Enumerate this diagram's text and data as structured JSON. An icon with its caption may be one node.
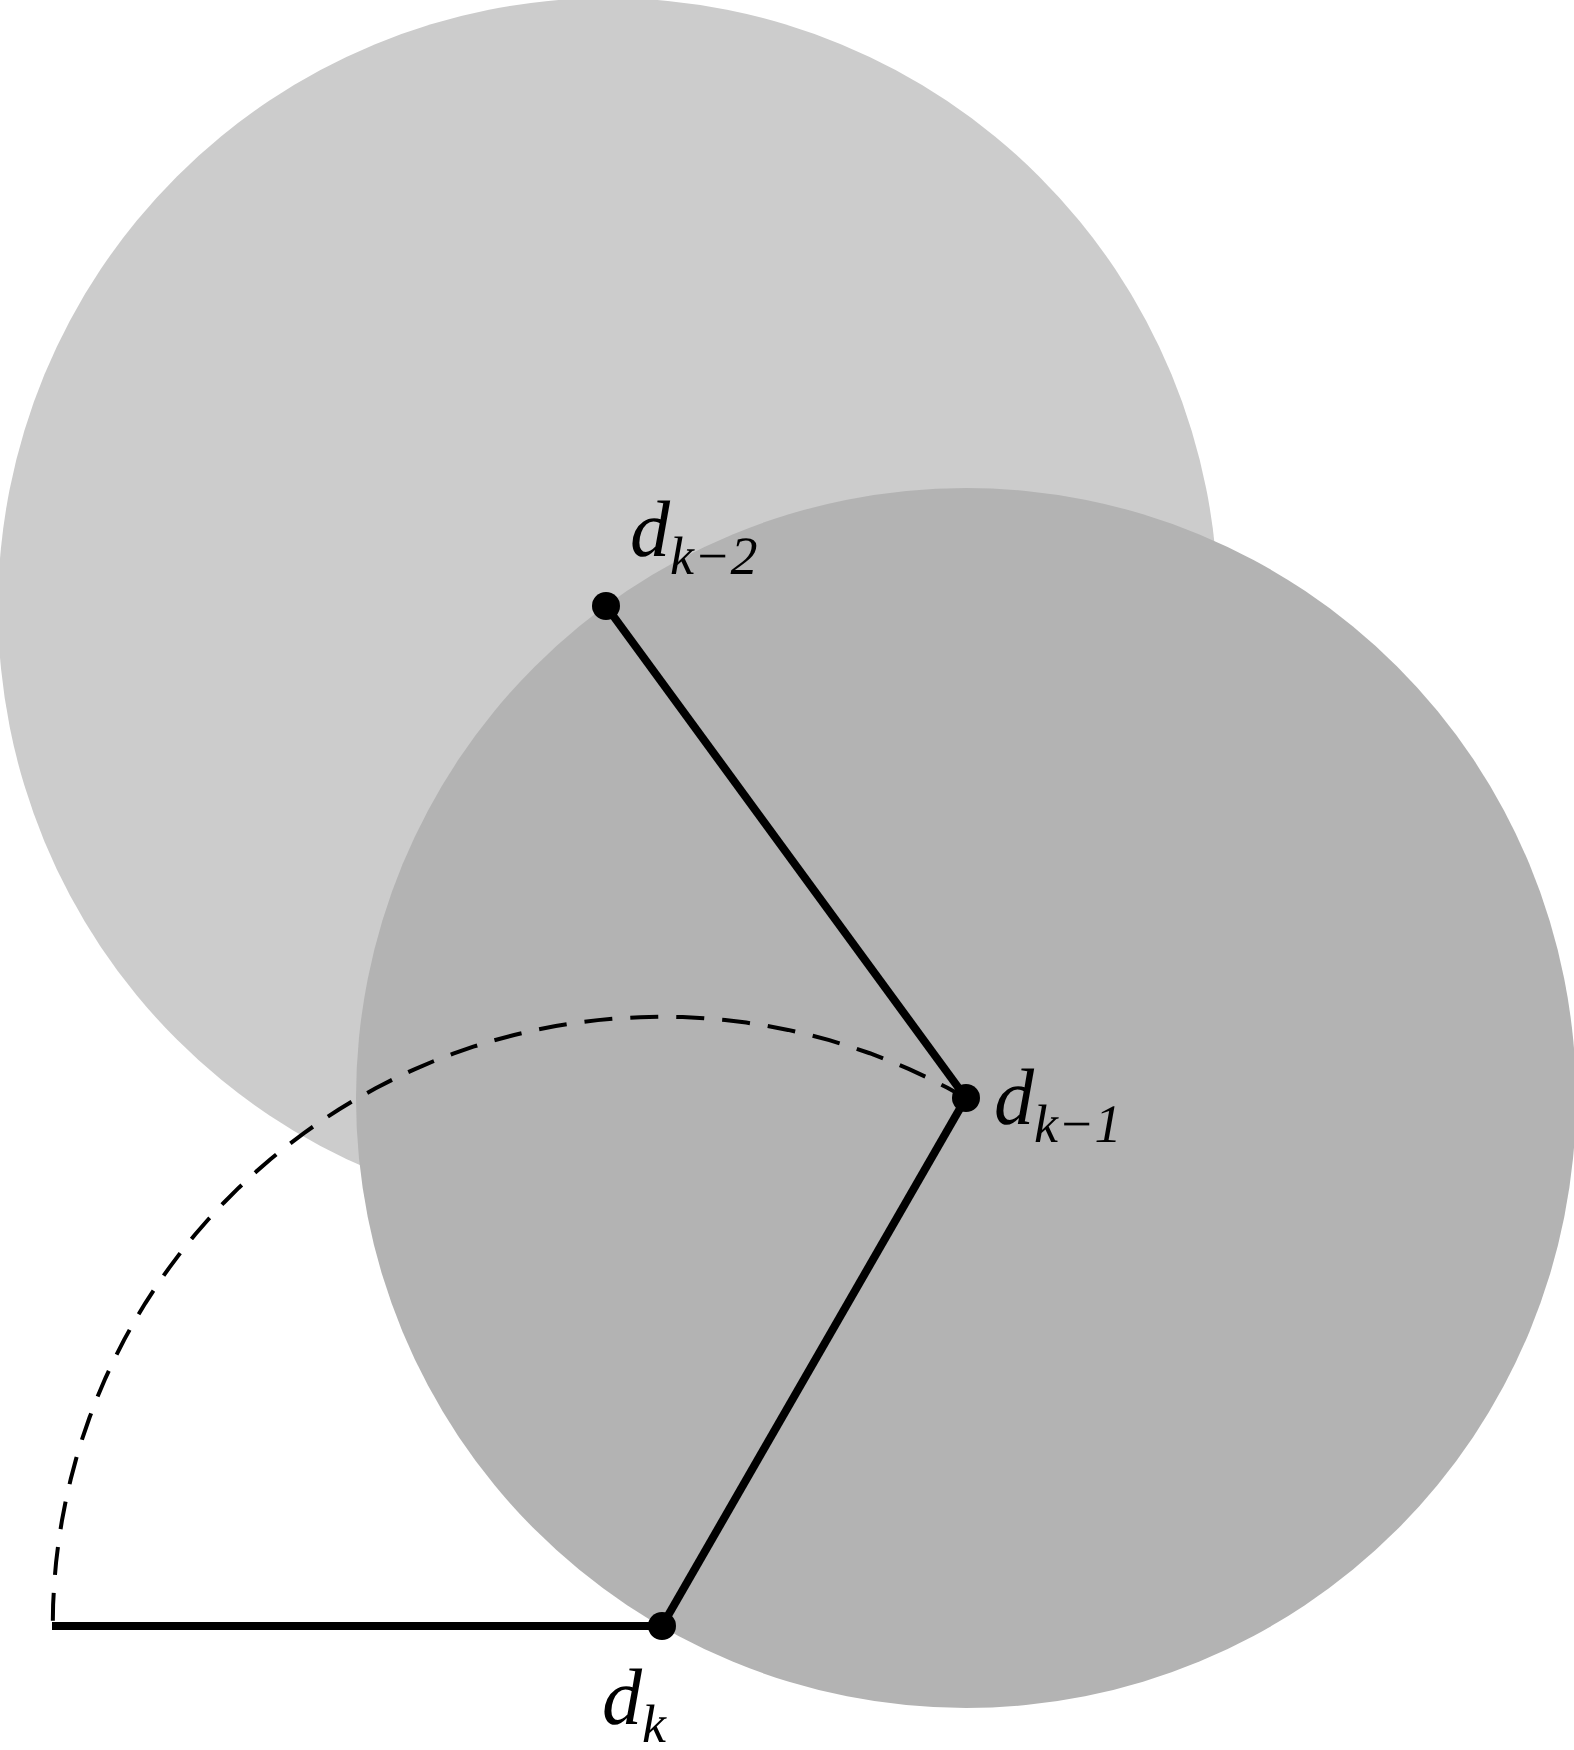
{
  "diagram": {
    "nodes": [
      {
        "text": [
          "d$_{k−2}$"
        ]
      },
      {
        "text": [
          "d$_{k−1}$"
        ]
      },
      {
        "text": [
          "d$_{k}$"
        ]
      }
    ],
    "edges": [
      {
        "from": 0,
        "to": 1,
        "arrow": "none"
      },
      {
        "from": 1,
        "to": 2,
        "arrow": "none"
      },
      {
        "from": 2,
        "to": null,
        "arrow": "none"
      },
      {
        "from": 1,
        "to": null,
        "arrow": "none",
        "style": "dashed"
      }
    ]
  }
}
